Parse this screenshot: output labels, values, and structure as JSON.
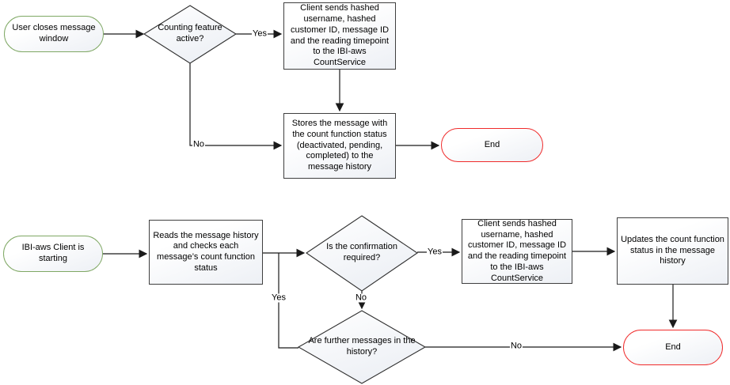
{
  "diagram_type": "flowchart",
  "flows": {
    "close_message": {
      "start": "User closes message window",
      "decision_counting": "Counting feature active?",
      "send": "Client sends hashed username, hashed customer ID, message ID and the reading timepoint to the IBI-aws CountService",
      "store": "Stores the message with the count function status (deactivated, pending, completed) to the message history",
      "end": "End",
      "labels": {
        "yes": "Yes",
        "no": "No"
      }
    },
    "client_start": {
      "start": "IBI-aws Client is starting",
      "read": "Reads the message history and checks each message’s count function status",
      "decision_confirm": "Is the confirmation required?",
      "send": "Client sends hashed username, hashed customer ID, message ID and the reading timepoint to the IBI-aws CountService",
      "update": "Updates the count function status in the message history",
      "decision_further": "Are further messages in the history?",
      "end": "End",
      "labels": {
        "confirm_yes": "Yes",
        "confirm_no": "No",
        "further_yes": "Yes",
        "further_no": "No"
      }
    }
  },
  "colors": {
    "start_border": "#7fa864",
    "end_border": "#f02b2b",
    "process_border": "#3f3f3f",
    "decision_border": "#2f2f2f",
    "connector": "#1a1a1a",
    "text_color": "#000000",
    "node_fill_top": "#ffffff",
    "node_fill_bottom": "#edf0f5"
  }
}
